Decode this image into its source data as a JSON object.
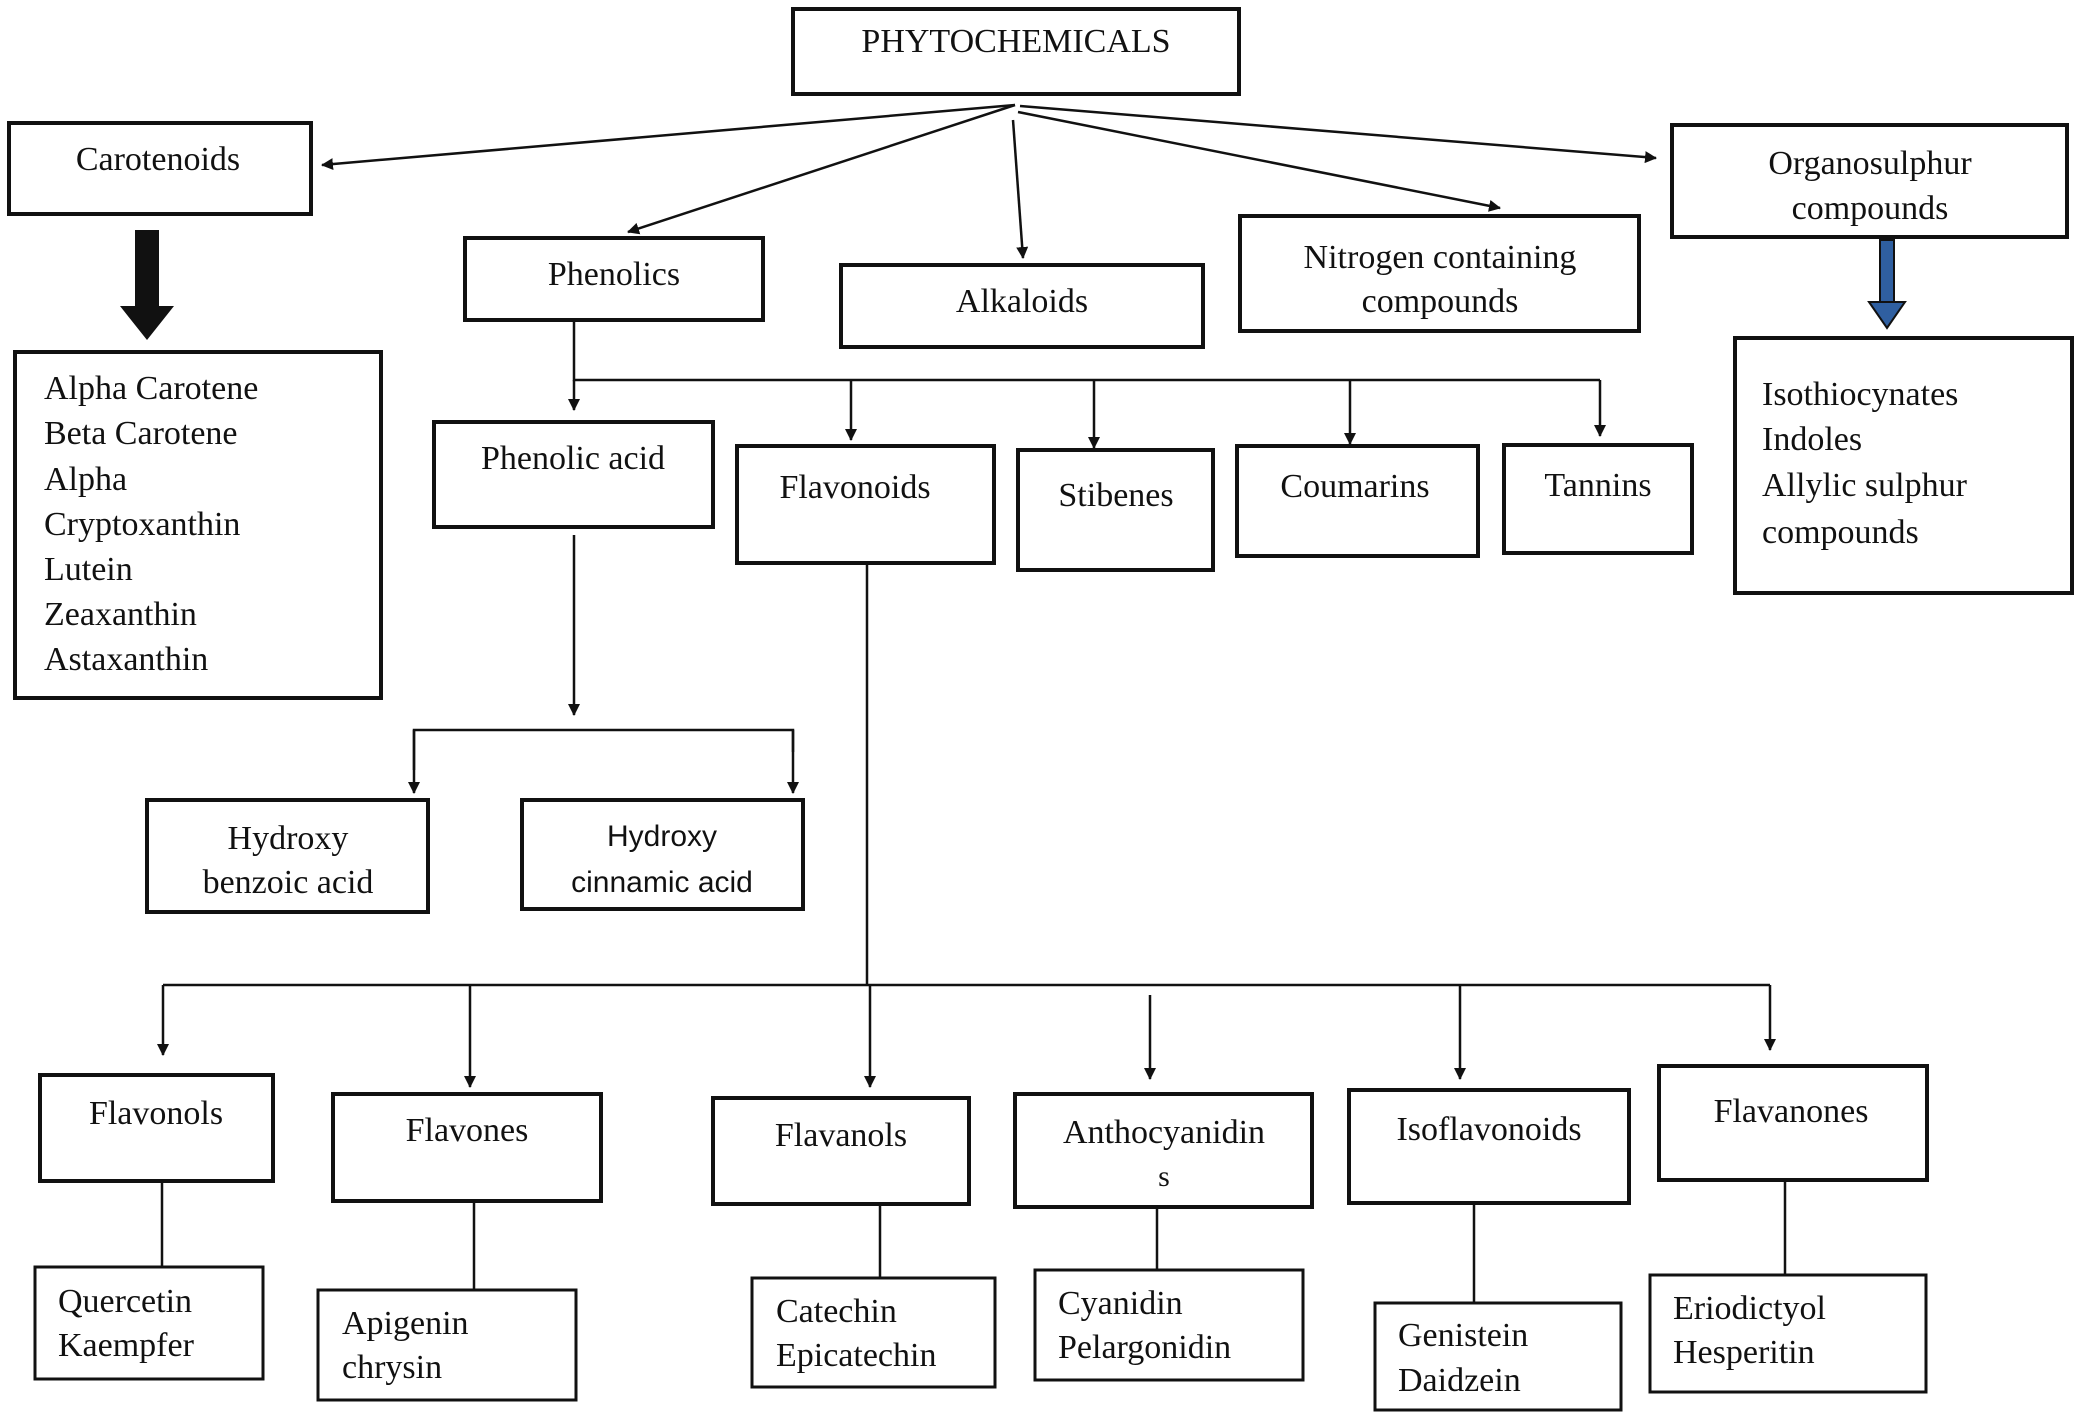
{
  "root": "PHYTOCHEMICALS",
  "carotenoids": {
    "title": "Carotenoids",
    "items": [
      "Alpha Carotene",
      "Beta Carotene",
      "Alpha",
      "Cryptoxanthin",
      "Lutein",
      "Zeaxanthin",
      "Astaxanthin"
    ]
  },
  "phenolics": "Phenolics",
  "alkaloids": "Alkaloids",
  "nitrogen": [
    "Nitrogen containing",
    "compounds"
  ],
  "organosulphur": {
    "title": [
      "Organosulphur",
      "compounds"
    ],
    "items": [
      "Isothiocynates",
      "Indoles",
      "Allylic sulphur",
      "compounds"
    ]
  },
  "phenolic_acid": {
    "title": "Phenolic acid",
    "hydroxy_benzoic": [
      "Hydroxy",
      "benzoic acid"
    ],
    "hydroxy_cinnamic": [
      "Hydroxy",
      "cinnamic acid"
    ]
  },
  "flavonoids": "Flavonoids",
  "stibenes": "Stibenes",
  "coumarins": "Coumarins",
  "tannins": "Tannins",
  "flavonoid_classes": {
    "flavonols": {
      "title": "Flavonols",
      "items": [
        "Quercetin",
        "Kaempfer"
      ]
    },
    "flavones": {
      "title": "Flavones",
      "items": [
        "Apigenin",
        "chrysin"
      ]
    },
    "flavanols": {
      "title": "Flavanols",
      "items": [
        "Catechin",
        "Epicatechin"
      ]
    },
    "anthocyanidins": {
      "title": [
        "Anthocyanidin",
        "s"
      ],
      "items": [
        "Cyanidin",
        "Pelargonidin"
      ]
    },
    "isoflavonoids": {
      "title": "Isoflavonoids",
      "items": [
        "Genistein",
        "Daidzein"
      ]
    },
    "flavanones": {
      "title": "Flavanones",
      "items": [
        "Eriodictyol",
        "Hesperitin"
      ]
    }
  },
  "colors": {
    "line": "#111111",
    "organosulphur_arrow": "#2f5fa0"
  }
}
